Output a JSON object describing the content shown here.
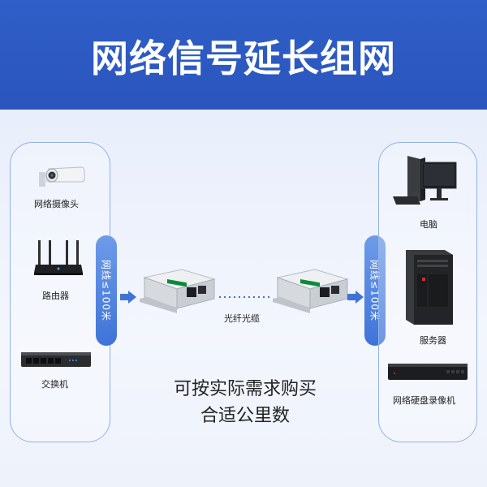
{
  "header": {
    "title": "网络信号延长组网"
  },
  "left_devices": [
    {
      "label": "网络摄像头",
      "icon": "ip-camera-icon"
    },
    {
      "label": "路由器",
      "icon": "router-icon"
    },
    {
      "label": "交换机",
      "icon": "switch-icon"
    }
  ],
  "right_devices": [
    {
      "label": "电脑",
      "icon": "computer-icon"
    },
    {
      "label": "服务器",
      "icon": "server-icon"
    },
    {
      "label": "网络硬盘录像机",
      "icon": "nvr-icon"
    }
  ],
  "cable": {
    "left_label": "网线≤100米",
    "right_label": "网线≤100米"
  },
  "fiber": {
    "label": "光纤光缆"
  },
  "note": {
    "line1": "可按实际需求购买",
    "line2": "合适公里数"
  },
  "colors": {
    "header": "#2f5fc8",
    "accent": "#3f73d8",
    "panel_border": "#8fb3e6",
    "converter_status": "#0a8a3a",
    "nvr_led": "#e01010"
  }
}
